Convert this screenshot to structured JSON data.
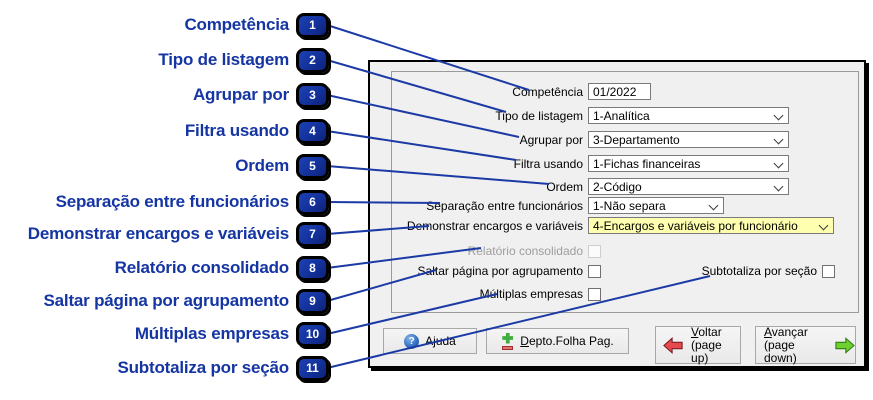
{
  "callouts": {
    "label_color": "#1535a3",
    "badge_color": "#13319b",
    "line_color": "#1b3aa5",
    "items": [
      {
        "num": "1",
        "label": "Competência"
      },
      {
        "num": "2",
        "label": "Tipo de listagem"
      },
      {
        "num": "3",
        "label": "Agrupar por"
      },
      {
        "num": "4",
        "label": "Filtra usando"
      },
      {
        "num": "5",
        "label": "Ordem"
      },
      {
        "num": "6",
        "label": "Separação entre funcionários"
      },
      {
        "num": "7",
        "label": "Demonstrar encargos e variáveis"
      },
      {
        "num": "8",
        "label": "Relatório consolidado"
      },
      {
        "num": "9",
        "label": "Saltar página por agrupamento"
      },
      {
        "num": "10",
        "label": "Múltiplas empresas"
      },
      {
        "num": "11",
        "label": "Subtotaliza por seção"
      }
    ]
  },
  "dialog": {
    "background": "#f0f0f0",
    "highlight_color": "#ffffb0",
    "fields": {
      "competencia": {
        "label": "Competência",
        "value": "01/2022"
      },
      "tipo_de_listagem": {
        "label": "Tipo de listagem",
        "value": "1-Analítica"
      },
      "agrupar_por": {
        "label": "Agrupar por",
        "value": "3-Departamento"
      },
      "filtra_usando": {
        "label": "Filtra usando",
        "value": "1-Fichas financeiras"
      },
      "ordem": {
        "label": "Ordem",
        "value": "2-Código"
      },
      "separacao_entre_funcionarios": {
        "label": "Separação entre funcionários",
        "value": "1-Não separa"
      },
      "demonstrar_encargos": {
        "label": "Demonstrar encargos e variáveis",
        "value": "4-Encargos e variáveis por funcionário",
        "highlighted": true
      },
      "relatorio_consolidado": {
        "label": "Relatório consolidado",
        "checked": false,
        "disabled": true
      },
      "saltar_pagina_por_agrupamento": {
        "label": "Saltar página por agrupamento",
        "checked": false
      },
      "subtotaliza_por_secao": {
        "label": "Subtotaliza por seção",
        "checked": false
      },
      "multiplas_empresas": {
        "label": "Múltiplas empresas",
        "checked": false
      }
    },
    "buttons": {
      "ajuda": {
        "pre": "A",
        "mnemonic": "j",
        "post": "uda",
        "icon": "help-icon"
      },
      "depto_folha_pag": {
        "pre": "",
        "mnemonic": "D",
        "post": "epto.Folha Pag.",
        "icon": "add-remove-icon"
      },
      "voltar": {
        "pre": "",
        "mnemonic": "V",
        "post": "oltar",
        "line2": "(page up)",
        "icon": "back-arrow-icon",
        "arrow_color": "#e8494f"
      },
      "avancar": {
        "pre": "",
        "mnemonic": "A",
        "post": "vançar",
        "line2": "(page down)",
        "icon": "forward-arrow-icon",
        "arrow_color": "#6ed12f"
      }
    }
  }
}
